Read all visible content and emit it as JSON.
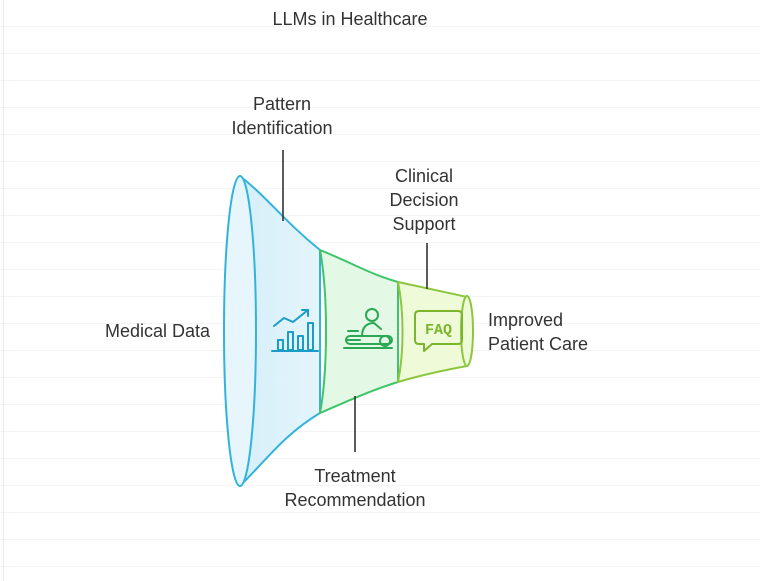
{
  "title": "LLMs in Healthcare",
  "stages": [
    {
      "label": "Medical Data",
      "icon": "chart-growth-icon",
      "color": "#dff2fb",
      "stroke": "#33b3dc"
    },
    {
      "label": "Pattern\nIdentification"
    },
    {
      "label": "Treatment\nRecommendation",
      "icon": "patient-treatment-icon",
      "color": "#e3f8e5",
      "stroke": "#3fc46a"
    },
    {
      "label": "Clinical\nDecision\nSupport",
      "icon": "faq-icon",
      "color": "#effad9",
      "stroke": "#8cc63f"
    },
    {
      "label": "Improved\nPatient Care"
    }
  ]
}
